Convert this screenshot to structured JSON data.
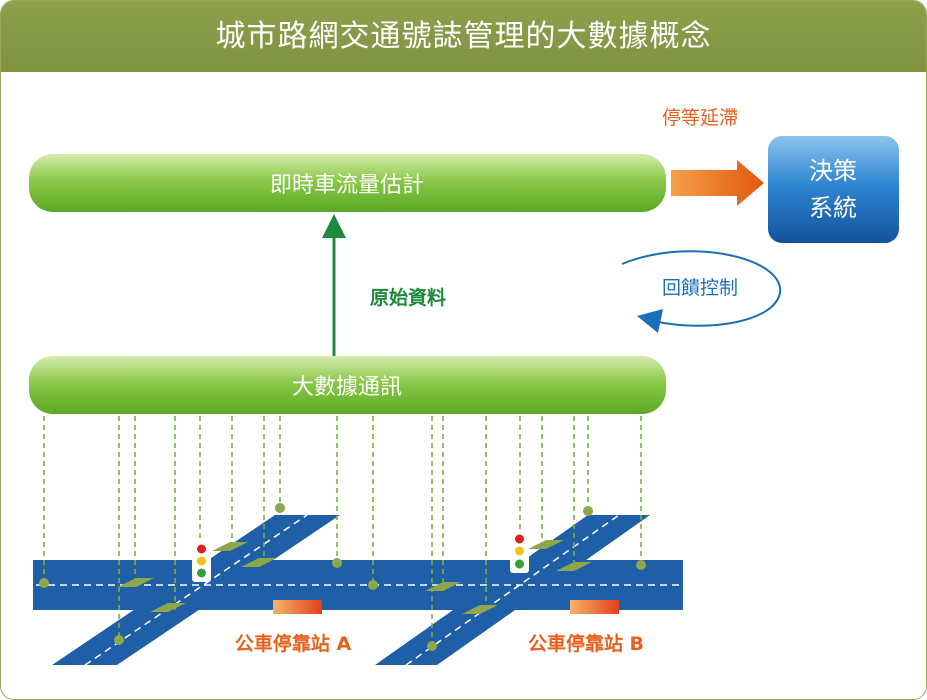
{
  "title": "城市路網交通號誌管理的大數據概念",
  "estimation_bar": "即時車流量估計",
  "big_data_bar": "大數據通訊",
  "raw_data_label": "原始資料",
  "delay_label": "停等延滯",
  "decision_box": [
    "決策",
    "系統"
  ],
  "feedback_label": "回饋控制",
  "bus_stop_a": "公車停靠站 A",
  "bus_stop_b": "公車停靠站 B",
  "colors": {
    "header": "#8ea14c",
    "bar_green": "#6ab52c",
    "road_blue": "#1e5fa8",
    "arrow_green": "#1f8a3c",
    "accent_orange": "#e8611c",
    "feedback_blue": "#1b6fb8",
    "decision_blue": "#1d74c4"
  }
}
